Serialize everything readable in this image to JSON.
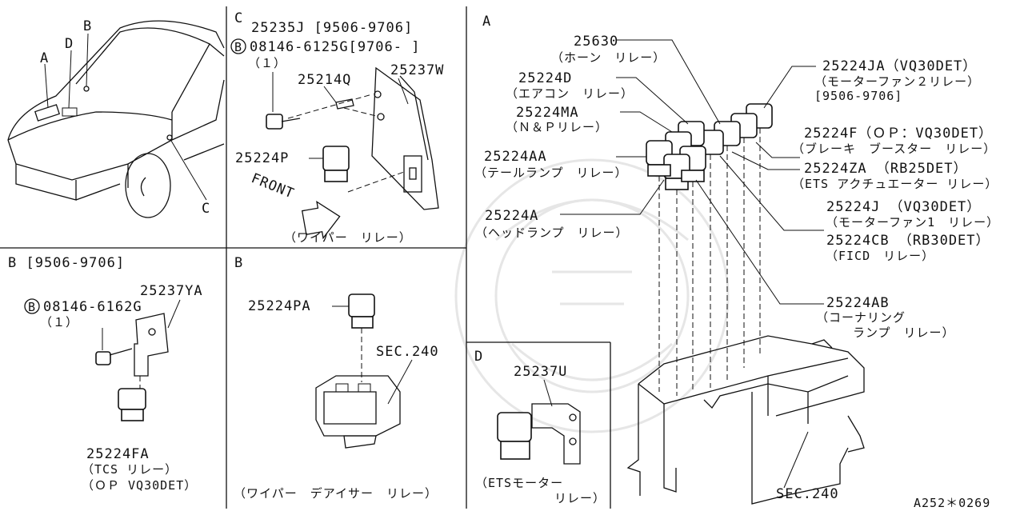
{
  "diagram_code": "A252＊0269",
  "panel_top_left": {
    "labels": {
      "A": "A",
      "B": "B",
      "C": "C",
      "D": "D"
    }
  },
  "panel_c": {
    "title": "C",
    "part1": "25235J [9506-9706]",
    "bolt_marker": "B",
    "bolt": "08146-6125G[9706-  ]",
    "bolt_qty": "（１）",
    "screw": "25214Q",
    "bracket": "25237W",
    "relay": "25224P",
    "front": "FRONT",
    "caption": "（ワイパー　リレー）"
  },
  "panel_b_left": {
    "title": "B [9506-9706]",
    "bracket": "25237YA",
    "bolt_marker": "B",
    "bolt": "08146-6162G",
    "bolt_qty": "（１）",
    "relay": "25224FA",
    "caption1": "（TCS リレー）",
    "caption2": "（ＯＰ VQ30DET）"
  },
  "panel_b_mid": {
    "title": "B",
    "relay": "25224PA",
    "sec": "SEC.240",
    "caption": "（ワイパー　デアイサー　リレー）"
  },
  "panel_d": {
    "title": "D",
    "bracket": "25237U",
    "caption1": "（ETSモーター",
    "caption2": "リレー）"
  },
  "panel_a": {
    "title": "A",
    "sec": "SEC.240",
    "callouts": [
      {
        "part": "25630",
        "desc": "（ホーン　リレー）"
      },
      {
        "part": "25224D",
        "desc": "（エアコン　リレー）"
      },
      {
        "part": "25224MA",
        "desc": "（Ｎ＆Ｐリレー）"
      },
      {
        "part": "25224AA",
        "desc": "（テールランプ　リレー）"
      },
      {
        "part": "25224A",
        "desc": "（ヘッドランプ　リレー）"
      },
      {
        "part": "25224JA（VQ30DET）",
        "desc": "（モーターファン２リレー）",
        "desc2": "[9506-9706]"
      },
      {
        "part": "25224F（ＯＰ：VQ30DET）",
        "desc": "（ブレーキ　ブースター　リレー）"
      },
      {
        "part": "25224ZA （RB25DET）",
        "desc": "（ETS アクチュエーター リレー）"
      },
      {
        "part": "25224J （VQ30DET）",
        "desc": "（モーターファン1　リレー）"
      },
      {
        "part": "25224CB （RB30DET）",
        "desc": "（FICD　リレー）"
      },
      {
        "part": "25224AB",
        "desc": "（コーナリング",
        "desc2": "ランプ　リレー）"
      }
    ]
  }
}
